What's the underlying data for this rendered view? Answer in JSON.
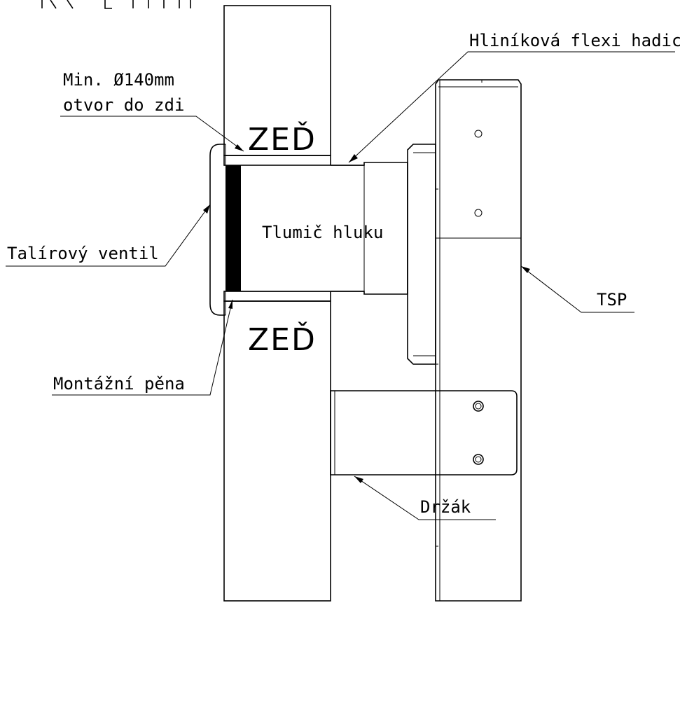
{
  "labels": {
    "hose": "Hliníková flexi hadice",
    "min_hole_line1": "Min. Ø140mm",
    "min_hole_line2": "otvor do zdi",
    "wall_top": "ZEĎ",
    "wall_bottom": "ZEĎ",
    "silencer": "Tlumič hluku",
    "valve": "Talírový ventil",
    "tsp": "TSP",
    "foam": "Montážní pěna",
    "holder": "Držák"
  },
  "colors": {
    "line": "#000000",
    "background": "#ffffff",
    "foam_fill": "#000000"
  }
}
